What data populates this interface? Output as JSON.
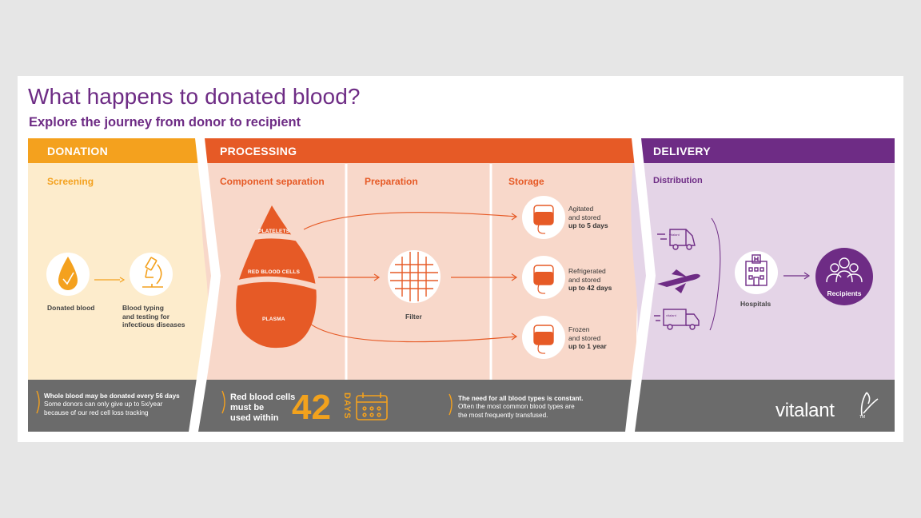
{
  "title": "What happens to donated blood?",
  "subtitle": "Explore the journey from donor to recipient",
  "colors": {
    "donation": "#f4a11e",
    "processing": "#e65a26",
    "delivery": "#6e2c85",
    "footer": "#6b6b6b"
  },
  "donation": {
    "header": "DONATION",
    "stage": "Screening",
    "steps": [
      {
        "icon": "blood-drop-check-icon",
        "label": "Donated blood"
      },
      {
        "icon": "microscope-icon",
        "label_line1": "Blood typing",
        "label_line2": "and testing for",
        "label_line3": "infectious diseases"
      }
    ],
    "footer_bold": "Whole blood may be donated every 56 days",
    "footer_line2": "Some donors can only give up to 5x/year",
    "footer_line3": "because of our red cell loss tracking"
  },
  "processing": {
    "header": "PROCESSING",
    "stages": [
      "Component separation",
      "Preparation",
      "Storage"
    ],
    "components": [
      "PLATELETS",
      "RED BLOOD CELLS",
      "PLASMA"
    ],
    "filter_label": "Filter",
    "storage": [
      {
        "icon": "blood-bag-icon",
        "line1": "Agitated",
        "line2": "and stored",
        "bold": "up to 5 days"
      },
      {
        "icon": "blood-bag-icon",
        "line1": "Refrigerated",
        "line2": "and stored",
        "bold": "up to 42 days"
      },
      {
        "icon": "blood-bag-icon",
        "line1": "Frozen",
        "line2": "and stored",
        "bold": "up to 1 year"
      }
    ],
    "footer_rbc_line1": "Red blood cells",
    "footer_rbc_line2": "must be",
    "footer_rbc_line3": "used within",
    "footer_number": "42",
    "footer_days": "DAYS",
    "footer_bold": "The need for all blood types is constant.",
    "footer_line2": "Often the most common blood types are",
    "footer_line3": "the most frequently transfused."
  },
  "delivery": {
    "header": "DELIVERY",
    "stage": "Distribution",
    "vehicles": [
      "delivery-van-icon",
      "airplane-icon",
      "delivery-truck-icon"
    ],
    "vehicle_brand": "vitalant",
    "hospitals_label": "Hospitals",
    "recipients_label": "Recipients"
  },
  "logo": {
    "text": "vitalant",
    "tm": "TM"
  }
}
